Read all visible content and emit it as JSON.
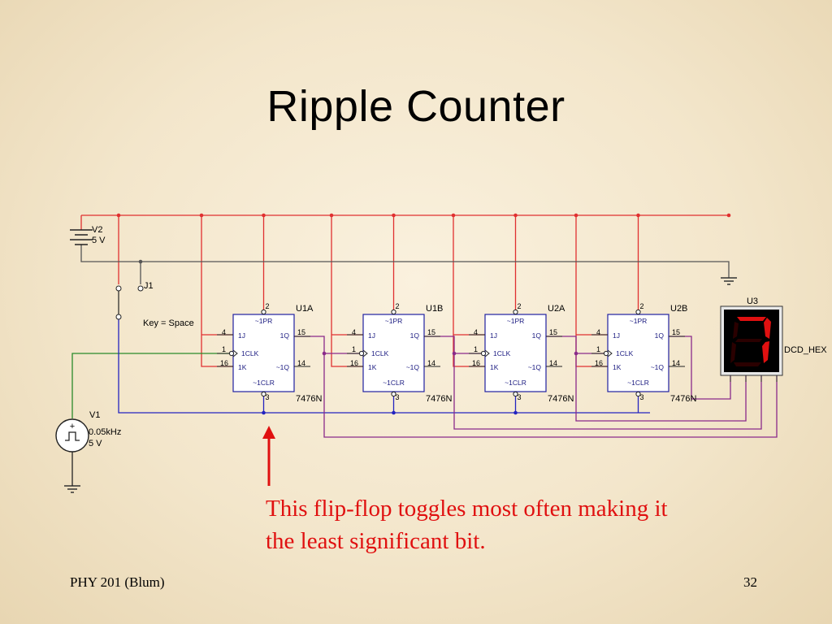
{
  "slide": {
    "title": "Ripple Counter",
    "caption_lines": [
      "This flip-flop toggles most often making it",
      "the least significant bit."
    ],
    "footer_left": "PHY 201 (Blum)",
    "page_number": "32"
  },
  "schematic": {
    "supply": {
      "name": "V2",
      "value": "5 V"
    },
    "switch": {
      "name": "J1",
      "key": "Key = Space"
    },
    "clock": {
      "name": "V1",
      "frequency": "0.05kHz",
      "amplitude": "5 V",
      "plus_sign": "+"
    },
    "display": {
      "name": "U3",
      "model": "DCD_HEX",
      "digit": "7"
    },
    "flipflops": [
      {
        "name": "U1A",
        "model": "7476N",
        "pins": {
          "pr": "2",
          "j": "4",
          "clk": "1",
          "k": "16",
          "q": "15",
          "nq": "14",
          "clr": "3"
        }
      },
      {
        "name": "U1B",
        "model": "7476N",
        "pins": {
          "pr": "2",
          "j": "4",
          "clk": "1",
          "k": "16",
          "q": "15",
          "nq": "14",
          "clr": "3"
        }
      },
      {
        "name": "U2A",
        "model": "7476N",
        "pins": {
          "pr": "2",
          "j": "4",
          "clk": "1",
          "k": "16",
          "q": "15",
          "nq": "14",
          "clr": "3"
        }
      },
      {
        "name": "U2B",
        "model": "7476N",
        "pins": {
          "pr": "2",
          "j": "4",
          "clk": "1",
          "k": "16",
          "q": "15",
          "nq": "14",
          "clr": "3"
        }
      }
    ],
    "inner_labels": {
      "pr": "~1PR",
      "j": "1J",
      "clk": "1CLK",
      "k": "1K",
      "q": "1Q",
      "nq": "~1Q",
      "clr": "~1CLR"
    },
    "colors": {
      "vcc_wire": "#e03030",
      "gnd_wire": "#555555",
      "clock_wire": "#2a8a2a",
      "clear_wire": "#2424c0",
      "output_wire": "#8a2a8a",
      "chip_outline": "#2020a0",
      "chip_fill": "#ffffff",
      "display_segment": "#e01010",
      "arrow": "#e01010"
    }
  }
}
